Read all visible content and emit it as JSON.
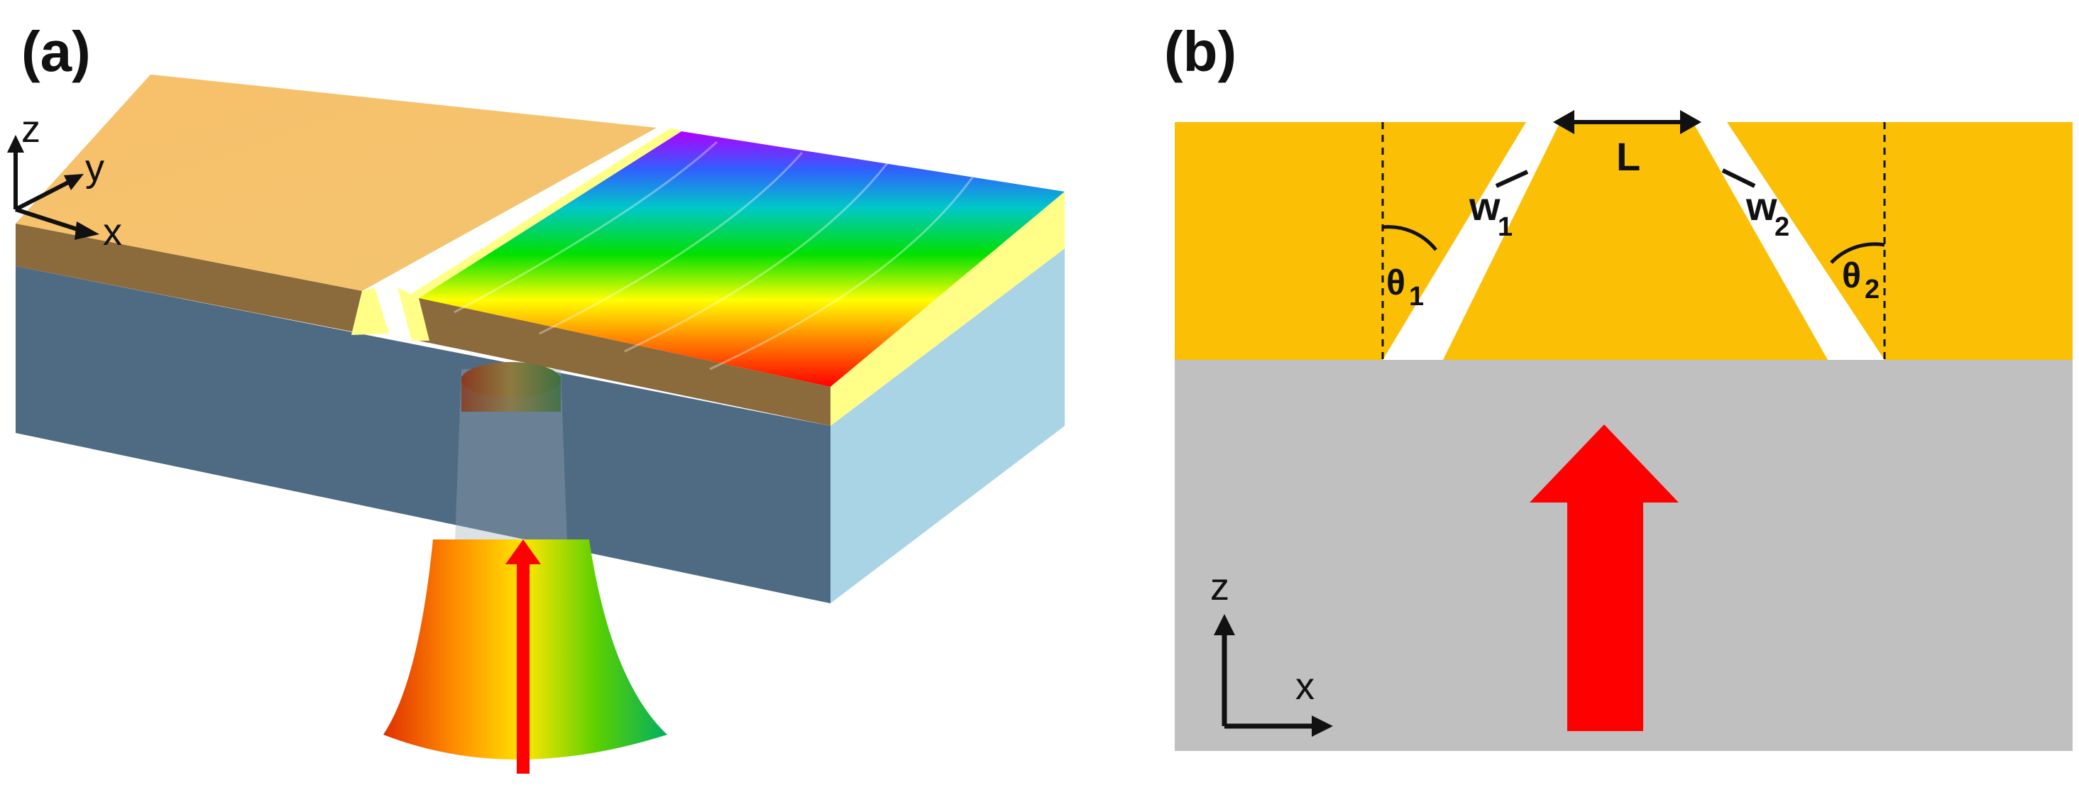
{
  "panel_a": {
    "label": "(a)",
    "axes": {
      "z": "z",
      "y": "y",
      "x": "x"
    }
  },
  "panel_b": {
    "label": "(b)",
    "dimension_L": "L",
    "width_1": {
      "base": "w",
      "sub": "1"
    },
    "width_2": {
      "base": "w",
      "sub": "2"
    },
    "angle_1": {
      "base": "θ",
      "sub": "1"
    },
    "angle_2": {
      "base": "θ",
      "sub": "2"
    },
    "axes": {
      "z": "z",
      "x": "x"
    }
  },
  "colors": {
    "gold": "#FBBF06",
    "gold_top": "#F7C46A",
    "gold_side": "#8B6B3C",
    "gold_edge": "#FFFF88",
    "substrate_front": "#4F6B84",
    "substrate_side": "#A9D4E6",
    "substrate_gray": "#C0C0C0",
    "arrow_red": "#FF0000"
  }
}
